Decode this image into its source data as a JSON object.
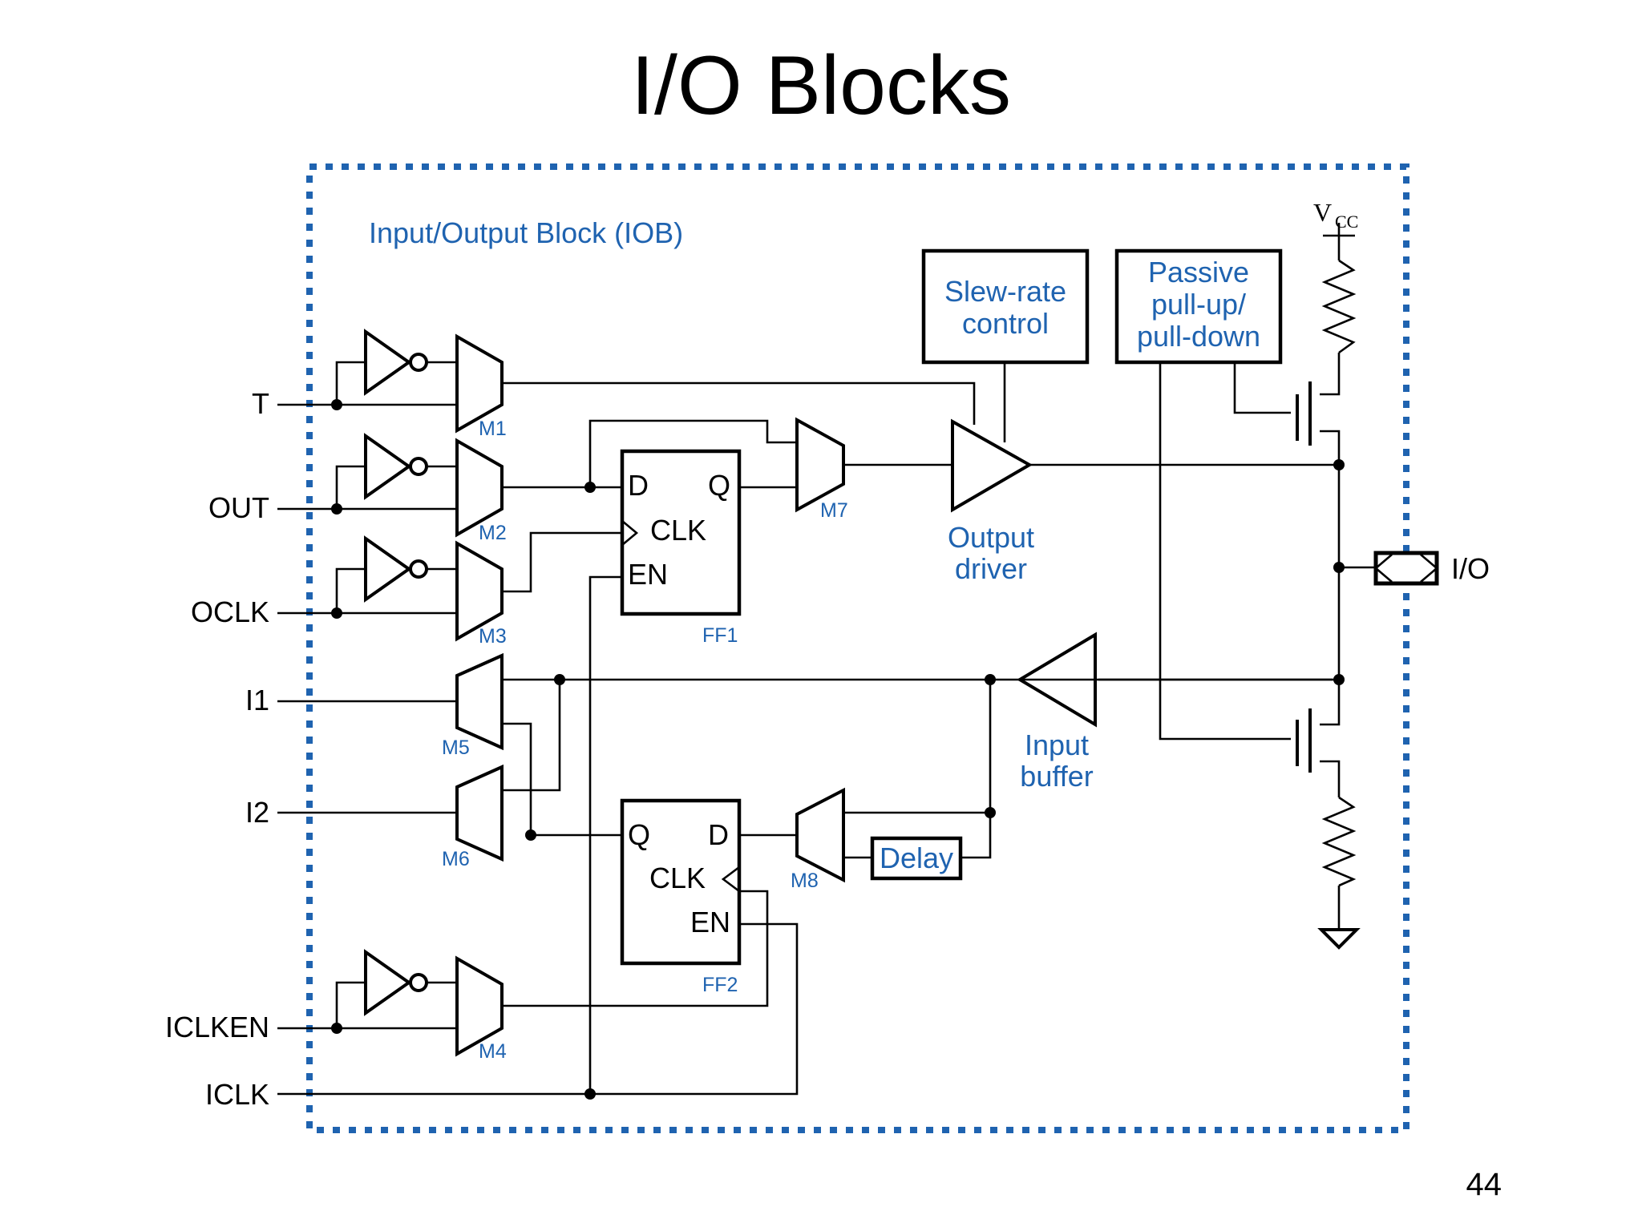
{
  "title": "I/O Blocks",
  "page_number": "44",
  "iob_label": "Input/Output Block (IOB)",
  "io_label": "I/O",
  "vcc": {
    "main": "V",
    "sub": "CC"
  },
  "inputs": {
    "t": "T",
    "out": "OUT",
    "oclk": "OCLK",
    "i1": "I1",
    "i2": "I2",
    "iclken": "ICLKEN",
    "iclk": "ICLK"
  },
  "mux_labels": {
    "m1": "M1",
    "m2": "M2",
    "m3": "M3",
    "m4": "M4",
    "m5": "M5",
    "m6": "M6",
    "m7": "M7",
    "m8": "M8"
  },
  "ff1": {
    "name": "FF1",
    "d": "D",
    "q": "Q",
    "clk": "CLK",
    "en": "EN"
  },
  "ff2": {
    "name": "FF2",
    "d": "D",
    "q": "Q",
    "clk": "CLK",
    "en": "EN"
  },
  "slew_rate": {
    "line1": "Slew-rate",
    "line2": "control"
  },
  "passive": {
    "line1": "Passive",
    "line2": "pull-up/",
    "line3": "pull-down"
  },
  "output_driver": {
    "line1": "Output",
    "line2": "driver"
  },
  "input_buffer": {
    "line1": "Input",
    "line2": "buffer"
  },
  "delay": "Delay",
  "colors": {
    "accent": "#1f63b0",
    "ink": "#000000"
  }
}
